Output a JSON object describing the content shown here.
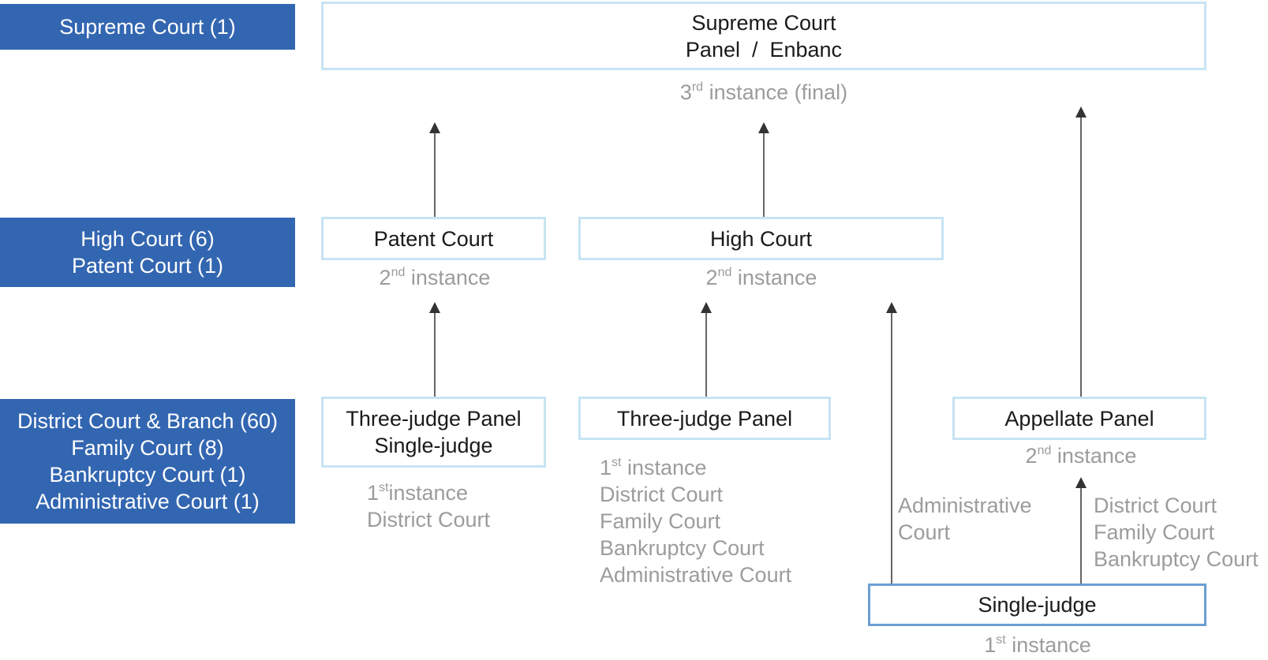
{
  "levels": {
    "supreme": {
      "lines": [
        "Supreme Court (1)"
      ]
    },
    "high": {
      "lines": [
        "High Court (6)",
        "Patent Court (1)"
      ]
    },
    "district": {
      "lines": [
        "District Court & Branch (60)",
        "Family Court (8)",
        "Bankruptcy Court (1)",
        "Administrative Court (1)"
      ]
    }
  },
  "nodes": {
    "supreme_court": {
      "lines": [
        "Supreme Court",
        "Panel  /  Enbanc"
      ]
    },
    "patent_court": {
      "label": "Patent Court"
    },
    "high_court": {
      "label": "High Court"
    },
    "three_judge_single": {
      "lines": [
        "Three-judge Panel",
        "Single-judge"
      ]
    },
    "three_judge_panel": {
      "label": "Three-judge Panel"
    },
    "appellate_panel": {
      "label": "Appellate Panel"
    },
    "single_judge": {
      "label": "Single-judge"
    }
  },
  "instances": {
    "third": {
      "num": "3",
      "sup": "rd",
      "text": " instance (final)"
    },
    "second": {
      "num": "2",
      "sup": "nd",
      "text": " instance"
    },
    "first": {
      "num": "1",
      "sup": "st",
      "text": " instance"
    },
    "first_tight": {
      "num": "1",
      "sup": "st",
      "text": "instance"
    }
  },
  "annotations": {
    "patent_origin": [
      "District Court"
    ],
    "high_origin": [
      "District Court",
      "Family Court",
      "Bankruptcy Court",
      "Administrative Court"
    ],
    "admin_origin": [
      "Administrative",
      "Court"
    ],
    "appellate_origin": [
      "District Court",
      "Family Court",
      "Bankruptcy Court"
    ]
  },
  "colors": {
    "level_fill": "#3366b1",
    "box_border": "#c6e4f3",
    "single_judge_border": "#6b9fd4",
    "gray_text": "#9c9c9c",
    "arrow": "#333333"
  }
}
